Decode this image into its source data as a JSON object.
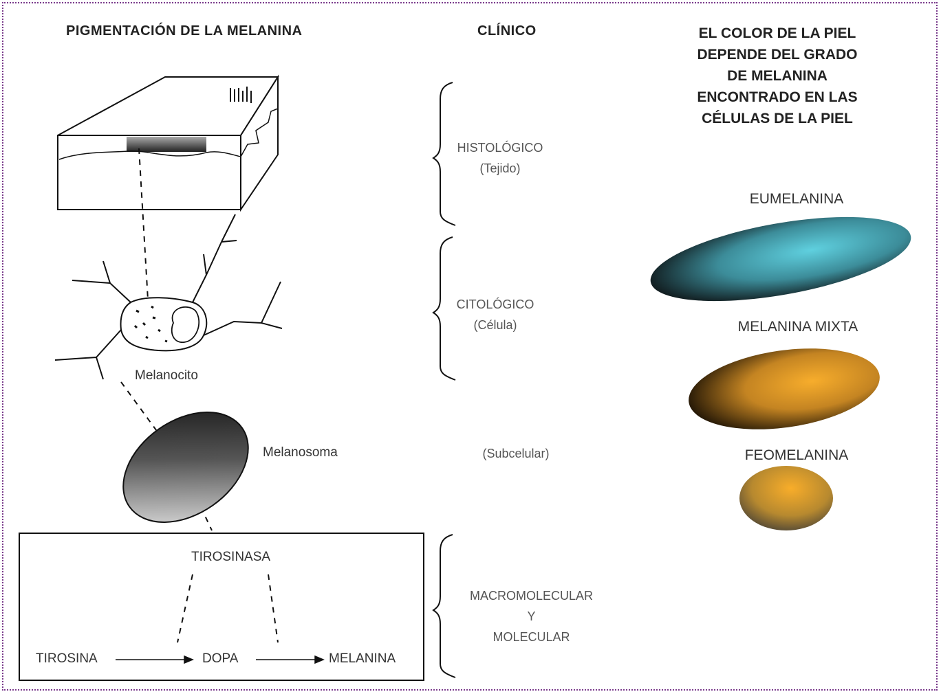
{
  "headers": {
    "left": "PIGMENTACIÓN DE LA MELANINA",
    "middle": "CLÍNICO"
  },
  "intro": {
    "line1": "EL COLOR DE LA PIEL",
    "line2": "DEPENDE DEL GRADO",
    "line3": "DE MELANINA",
    "line4": "ENCONTRADO EN LAS",
    "line5": "CÉLULAS DE LA PIEL"
  },
  "levels": {
    "histologico": "HISTOLÓGICO",
    "histologico_sub": "(Tejido)",
    "citologico": "CITOLÓGICO",
    "citologico_sub": "(Célula)",
    "subcelular": "(Subcelular)",
    "macromolecular": "MACROMOLECULAR",
    "y": "Y",
    "molecular": "MOLECULAR"
  },
  "diagram": {
    "melanocito": "Melanocito",
    "melanosoma": "Melanosoma",
    "tirosinasa": "TIROSINASA",
    "tirosina": "TIROSINA",
    "dopa": "DOPA",
    "melanina": "MELANINA"
  },
  "pigments": {
    "eumelanina": "EUMELANINA",
    "mixta": "MELANINA MIXTA",
    "feomelanina": "FEOMELANINA",
    "eumelanina_color": "#5cc8d8",
    "mixta_color": "#f2a72a",
    "feomelanina_color": "#f4a82c"
  },
  "colors": {
    "frame": "#7a3b8c"
  }
}
